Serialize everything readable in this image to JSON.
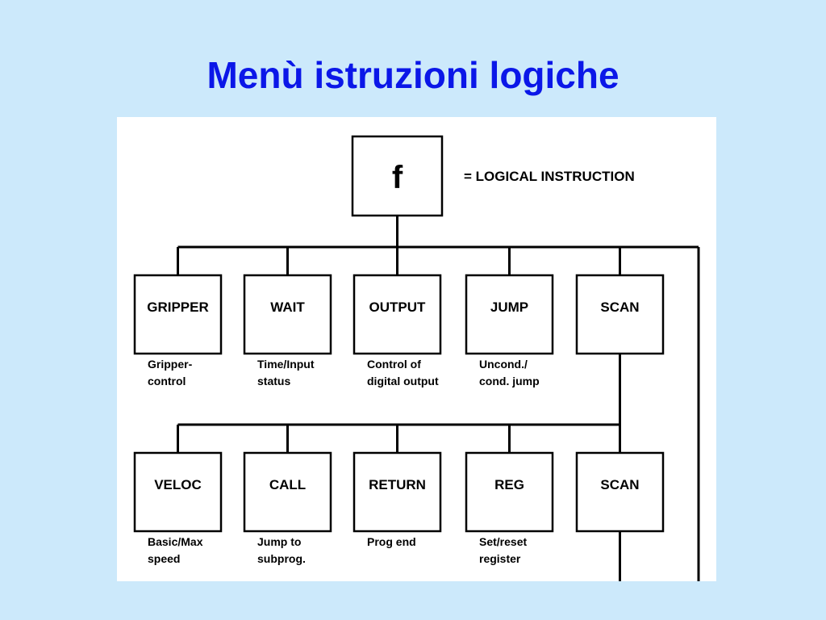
{
  "slide": {
    "title": "Menù istruzioni logiche"
  },
  "diagram": {
    "root": {
      "symbol": "f",
      "legend": "=  LOGICAL INSTRUCTION"
    },
    "row1": [
      {
        "label": "GRIPPER",
        "desc": [
          "Gripper-",
          "control"
        ]
      },
      {
        "label": "WAIT",
        "desc": [
          "Time/Input",
          "status"
        ]
      },
      {
        "label": "OUTPUT",
        "desc": [
          "Control of",
          "digital output"
        ]
      },
      {
        "label": "JUMP",
        "desc": [
          "Uncond./",
          "cond. jump"
        ]
      },
      {
        "label": "SCAN",
        "desc": []
      }
    ],
    "row2": [
      {
        "label": "VELOC",
        "desc": [
          "Basic/Max",
          "speed"
        ]
      },
      {
        "label": "CALL",
        "desc": [
          "Jump  to",
          "subprog."
        ]
      },
      {
        "label": "RETURN",
        "desc": [
          "Prog end"
        ]
      },
      {
        "label": "REG",
        "desc": [
          "Set/reset",
          "register"
        ]
      },
      {
        "label": "SCAN",
        "desc": []
      }
    ]
  }
}
